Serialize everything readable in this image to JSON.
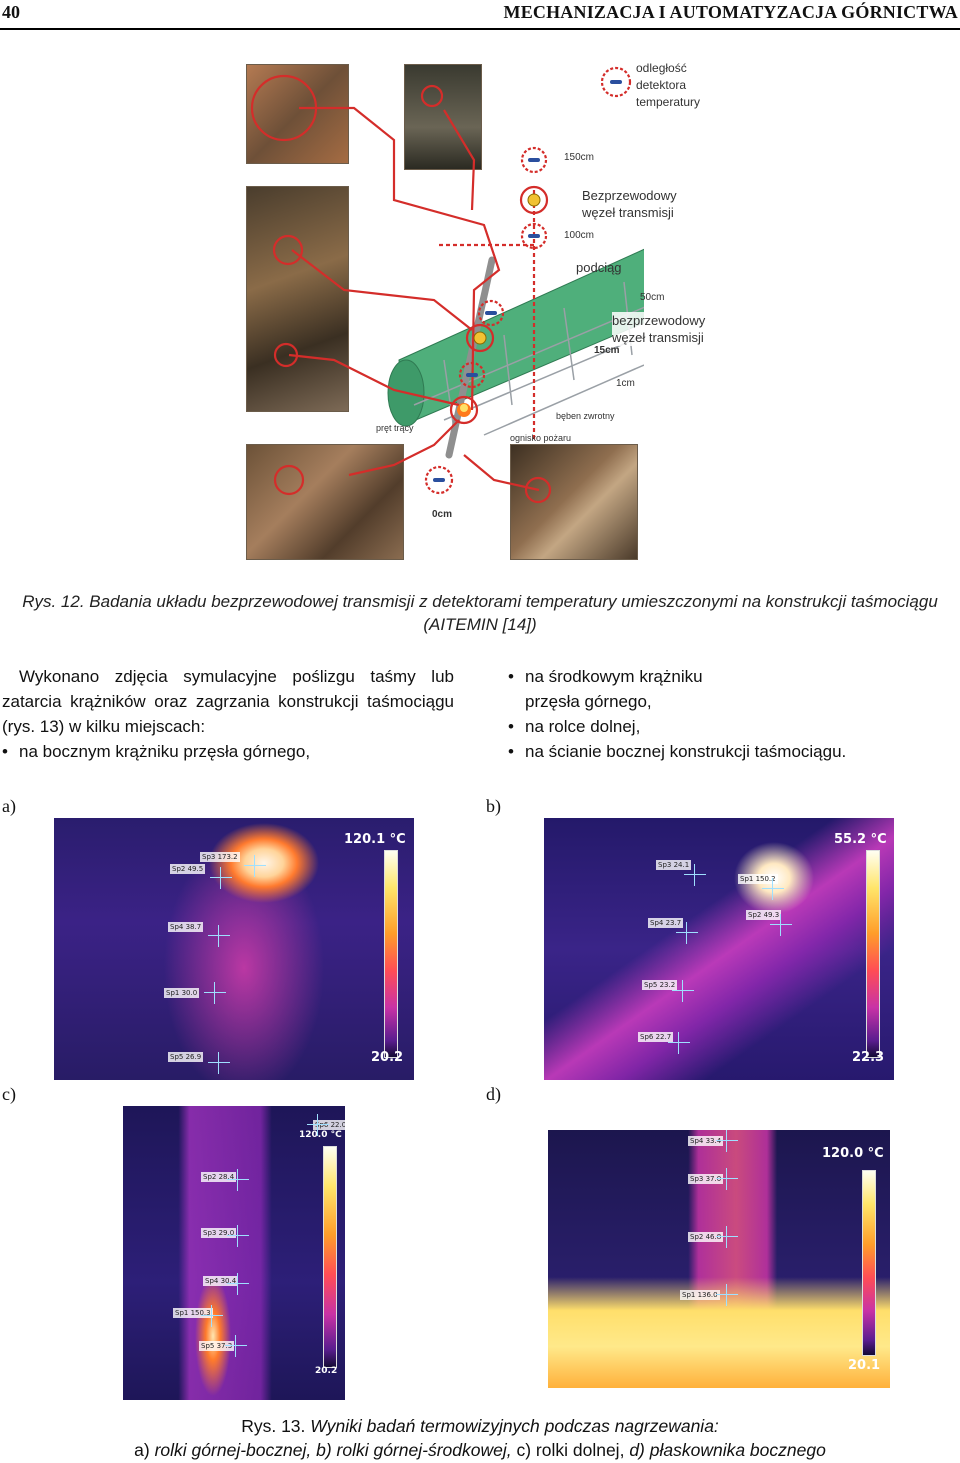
{
  "header": {
    "page_number": "40",
    "journal": "MECHANIZACJA I AUTOMATYZACJA GÓRNICTWA"
  },
  "figure12": {
    "labels": {
      "distance": "odległość\ndetektora\ntemperatury",
      "node_upper": "Bezprzewodowy\nwęzeł transmisji",
      "node_lower": "bezprzewodowy\nwęzeł transmisji",
      "tension": "podciąg",
      "drum": "bęben zwrotny",
      "fire": "ognisko pożaru",
      "friction": "pręt trący",
      "d150": "150cm",
      "d100": "100cm",
      "d50": "50cm",
      "d15": "15cm",
      "d1": "1cm",
      "d0": "0cm"
    },
    "caption": "Rys. 12. Badania układu bezprzewodowej transmisji z detektorami temperatury umieszczonymi na konstrukcji taśmociągu (AITEMIN [14])"
  },
  "body": {
    "paragraph": "Wykonano zdjęcia symulacyjne poślizgu taśmy lub zatarcia krążników oraz zagrzania konstrukcji taśmociągu (rys. 13) w kilku miejscach:",
    "bullets_left": [
      "na bocznym krążniku przęsła górnego,"
    ],
    "bullets_right": [
      "na środkowym krążniku przęsła górnego,",
      "na rolce dolnej,",
      "na ścianie bocznej konstrukcji taśmociągu."
    ]
  },
  "figure13": {
    "panels": [
      {
        "label": "a)",
        "max": "120.1 °C",
        "min": "20.2",
        "spots": [
          "Sp3 173.2",
          "Sp2 49.5",
          "Sp4 38.7",
          "Sp1 30.0",
          "Sp5 26.9"
        ]
      },
      {
        "label": "b)",
        "max": "55.2 °C",
        "min": "22.3",
        "spots": [
          "Sp3 24.1",
          "Sp1 150.2",
          "Sp2 49.3",
          "Sp4 23.7",
          "Sp5 23.2",
          "Sp6 22.7"
        ]
      },
      {
        "label": "c)",
        "max": "120.0 °C",
        "min": "20.2",
        "spots": [
          "Sp6 22.0",
          "Sp2 28.4",
          "Sp3 29.0",
          "Sp4 30.4",
          "Sp1 150.3",
          "Sp5 37.3"
        ]
      },
      {
        "label": "d)",
        "max": "120.0 °C",
        "min": "20.1",
        "spots": [
          "Sp4 33.4",
          "Sp3 37.0",
          "Sp2 46.8",
          "Sp1 136.0"
        ]
      }
    ],
    "caption_prefix": "Rys. 13. ",
    "caption_title": "Wyniki badań termowizyjnych podczas nagrzewania:",
    "caption_items": {
      "a": "a) ",
      "a_text": "rolki górnej-bocznej,",
      "b_text": "b) rolki górnej-środkowej,",
      "c_text": "c) rolki dolnej,",
      "d_text": "d) płaskownika bocznego"
    }
  },
  "colors": {
    "diagram_red": "#d42d2a",
    "belt_green": "#4faf7b",
    "sensor_blue": "#2a4f9e"
  }
}
